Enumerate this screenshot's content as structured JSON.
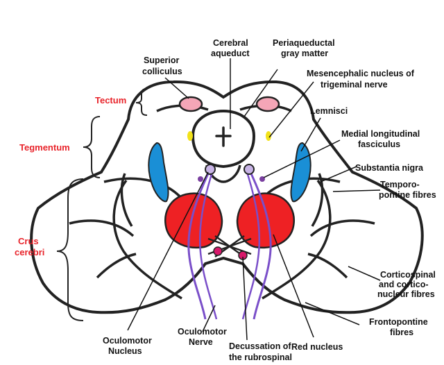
{
  "labels": {
    "tectum": "Tectum",
    "tegmentum": "Tegmentum",
    "crus_1": "Crus",
    "crus_2": "cerebri",
    "sup_col_1": "Superior",
    "sup_col_2": "colliculus",
    "aqueduct_1": "Cerebral",
    "aqueduct_2": "aqueduct",
    "pag_1": "Periaqueductal",
    "pag_2": "gray matter",
    "mesen_1": "Mesencephalic nucleus of",
    "mesen_2": "trigeminal nerve",
    "lemnisci": "Lemnisci",
    "mlf_1": "Medial longitudinal",
    "mlf_2": "fasciculus",
    "sn": "Substantia nigra",
    "tp_1": "Temporo-",
    "tp_2": "pontine fibres",
    "cs_1": "Corticospinal",
    "cs_2": "and cortico-",
    "cs_3": "nucleur fibres",
    "fp_1": "Frontopontine",
    "fp_2": "fibres",
    "red_nucleus": "Red nucleus",
    "decus_1": "Decussation of",
    "decus_2": "the rubrospinal",
    "oc_nerve_1": "Oculomotor",
    "oc_nerve_2": "Nerve",
    "oc_nucleus_1": "Oculomotor",
    "oc_nucleus_2": "Nucleus"
  },
  "colors": {
    "region_label": "#e8232a",
    "outline": "#222222",
    "superior_colliculus": "#f4a6b7",
    "mesencephalic_nucleus": "#f2e21a",
    "lemnisci": "#1a8fd6",
    "red_nucleus": "#ee2124",
    "oculomotor_nucleus": "#c8b4e6",
    "oculomotor_nerve": "#7a4fc9",
    "decussation": "#d8186a"
  }
}
